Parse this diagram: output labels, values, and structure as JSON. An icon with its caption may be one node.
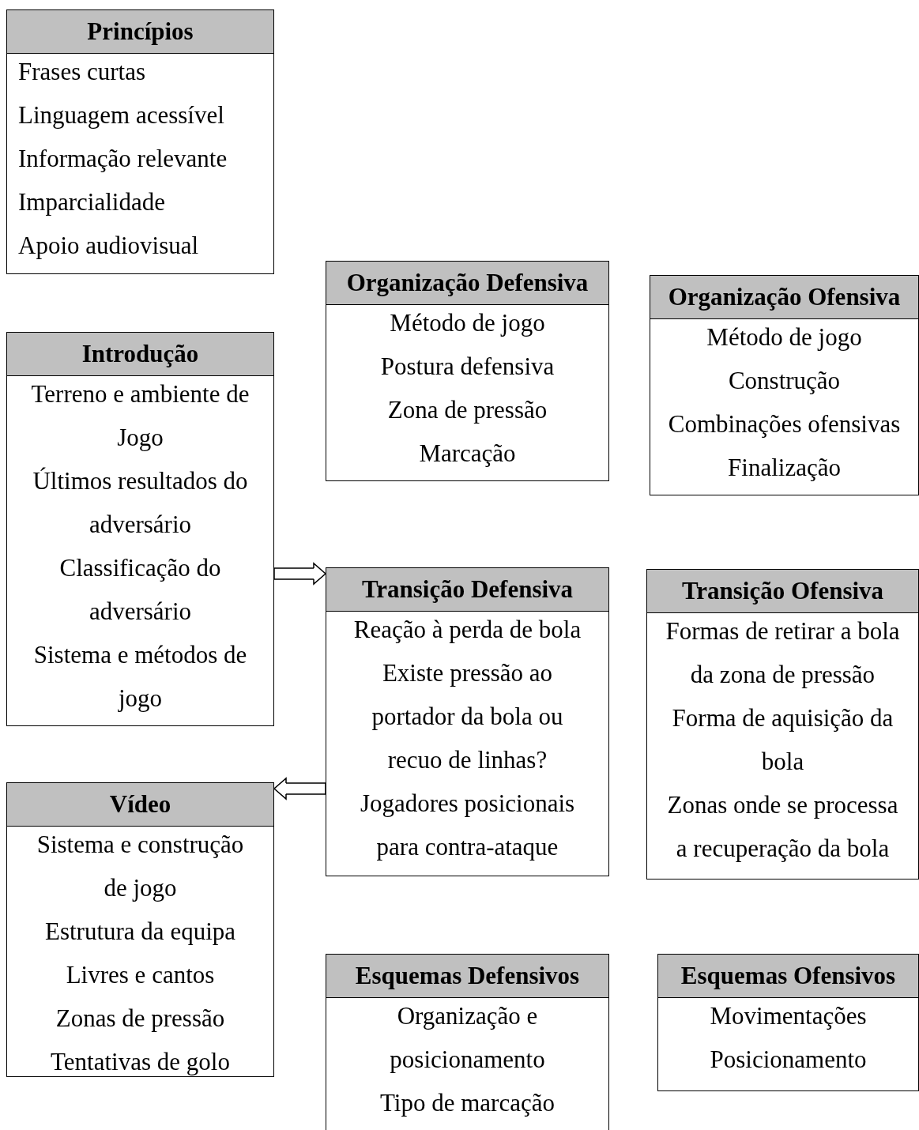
{
  "diagram": {
    "nodes": [
      {
        "text": [
          "Princípios",
          "Frases curtas",
          "Linguagem acessível",
          "Informação relevante",
          "Imparcialidade",
          "Apoio audiovisual"
        ]
      },
      {
        "text": [
          "Organização Defensiva",
          "Método de jogo",
          "Postura defensiva",
          "Zona de pressão",
          "Marcação"
        ]
      },
      {
        "text": [
          "Organização Ofensiva",
          "Método de jogo",
          "Construção",
          "Combinações ofensivas",
          "Finalização"
        ]
      },
      {
        "text": [
          "Introdução",
          "Terreno e ambiente de Jogo",
          "Últimos resultados do adversário",
          "Classificação do adversário",
          "Sistema e métodos de jogo"
        ]
      },
      {
        "text": [
          "Transição Defensiva",
          "Reação à perda de bola",
          "Existe pressão ao portador da bola ou recuo de linhas?",
          "Jogadores posicionais para contra-ataque"
        ]
      },
      {
        "text": [
          "Transição Ofensiva",
          "Formas de retirar a bola da zona de pressão",
          "Forma de aquisição da bola",
          "Zonas onde se processa a recuperação da bola"
        ]
      },
      {
        "text": [
          "Vídeo",
          "Sistema e construção de jogo",
          "Estrutura da equipa",
          "Livres e cantos",
          "Zonas de pressão",
          "Tentativas de golo"
        ]
      },
      {
        "text": [
          "Esquemas Defensivos",
          "Organização e posicionamento",
          "Tipo de marcação"
        ]
      },
      {
        "text": [
          "Esquemas Ofensivos",
          "Movimentações",
          "Posicionamento"
        ]
      }
    ],
    "edges": [
      {
        "from": 3,
        "to": 4,
        "arrow": "to"
      },
      {
        "from": 4,
        "to": 6,
        "arrow": "to"
      }
    ]
  }
}
